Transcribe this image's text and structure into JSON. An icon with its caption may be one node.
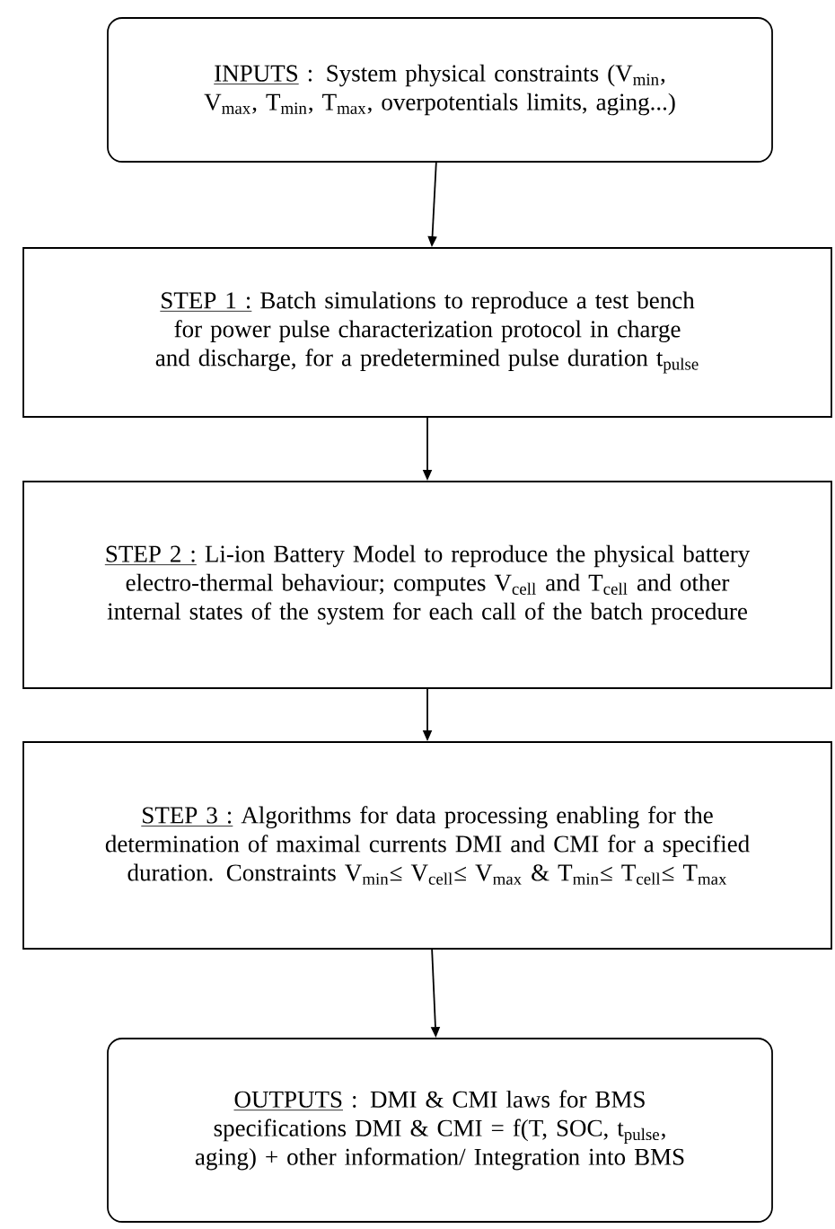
{
  "diagram": {
    "nodes": [
      {
        "text": [
          "INPUTS",
          ": System physical constraints (V$_{min}$, V$_{max}$, T$_{min}$, T$_{max}$, overpotentials limits, aging...)"
        ]
      },
      {
        "text": [
          "STEP 1 :",
          "Batch simulations to reproduce a test bench for power pulse characterization protocol in charge and discharge, for a predetermined pulse duration t$_{pulse}$"
        ]
      },
      {
        "text": [
          "STEP 2 :",
          "Li-ion Battery Model to reproduce the physical battery electro-thermal behaviour; computes V$_{cell}$ and T$_{cell}$ and other internal states of the system for each call of the batch procedure"
        ]
      },
      {
        "text": [
          "STEP 3 :",
          "Algorithms for data processing enabling for the determination of maximal currents DMI and CMI for a specified duration. Constraints V$_{min}$≤ V$_{cell}$≤ V$_{max}$ & T$_{min}$≤ T$_{cell}$≤ T$_{max}$"
        ]
      },
      {
        "text": [
          "OUTPUTS",
          ": DMI & CMI laws for BMS specifications DMI & CMI = f(T, SOC, t$_{pulse}$, aging) + other information/ Integration into BMS"
        ]
      }
    ],
    "edges": [
      {
        "from": 0,
        "to": 1,
        "arrow": "to"
      },
      {
        "from": 1,
        "to": 2,
        "arrow": "to"
      },
      {
        "from": 2,
        "to": 3,
        "arrow": "to"
      },
      {
        "from": 3,
        "to": 4,
        "arrow": "to"
      }
    ]
  }
}
